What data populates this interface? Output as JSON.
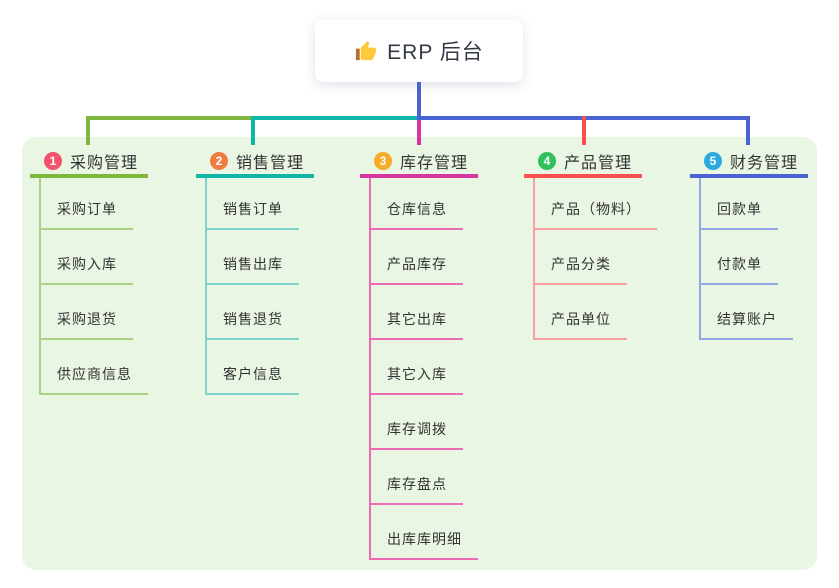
{
  "root": {
    "label": "ERP 后台",
    "icon": "thumbs-up-icon",
    "icon_hand_color": "#FFC93C",
    "icon_cuff_color": "#B5722E",
    "line_color": "#4A63D4"
  },
  "panel_color": "#EAF6E4",
  "text_color": "#333333",
  "branches": [
    {
      "number": "1",
      "label": "采购管理",
      "color": "#7DB83D",
      "light_color": "#A9D284",
      "badge_color": "#F4516C",
      "children": [
        "采购订单",
        "采购入库",
        "采购退货",
        "供应商信息"
      ]
    },
    {
      "number": "2",
      "label": "销售管理",
      "color": "#0FB5A7",
      "light_color": "#7DD3C8",
      "badge_color": "#EE7C3E",
      "children": [
        "销售订单",
        "销售出库",
        "销售退货",
        "客户信息"
      ]
    },
    {
      "number": "3",
      "label": "库存管理",
      "color": "#D6379E",
      "light_color": "#EE6CB7",
      "badge_color": "#F7A928",
      "children": [
        "仓库信息",
        "产品库存",
        "其它出库",
        "其它入库",
        "库存调拨",
        "库存盘点",
        "出库库明细"
      ]
    },
    {
      "number": "4",
      "label": "产品管理",
      "color": "#F9504F",
      "light_color": "#FB9F9F",
      "badge_color": "#2FC25B",
      "children": [
        "产品（物料）",
        "产品分类",
        "产品单位"
      ]
    },
    {
      "number": "5",
      "label": "财务管理",
      "color": "#4A63D4",
      "light_color": "#93A6E4",
      "badge_color": "#2CA8E0",
      "children": [
        "回款单",
        "付款单",
        "结算账户"
      ]
    }
  ]
}
